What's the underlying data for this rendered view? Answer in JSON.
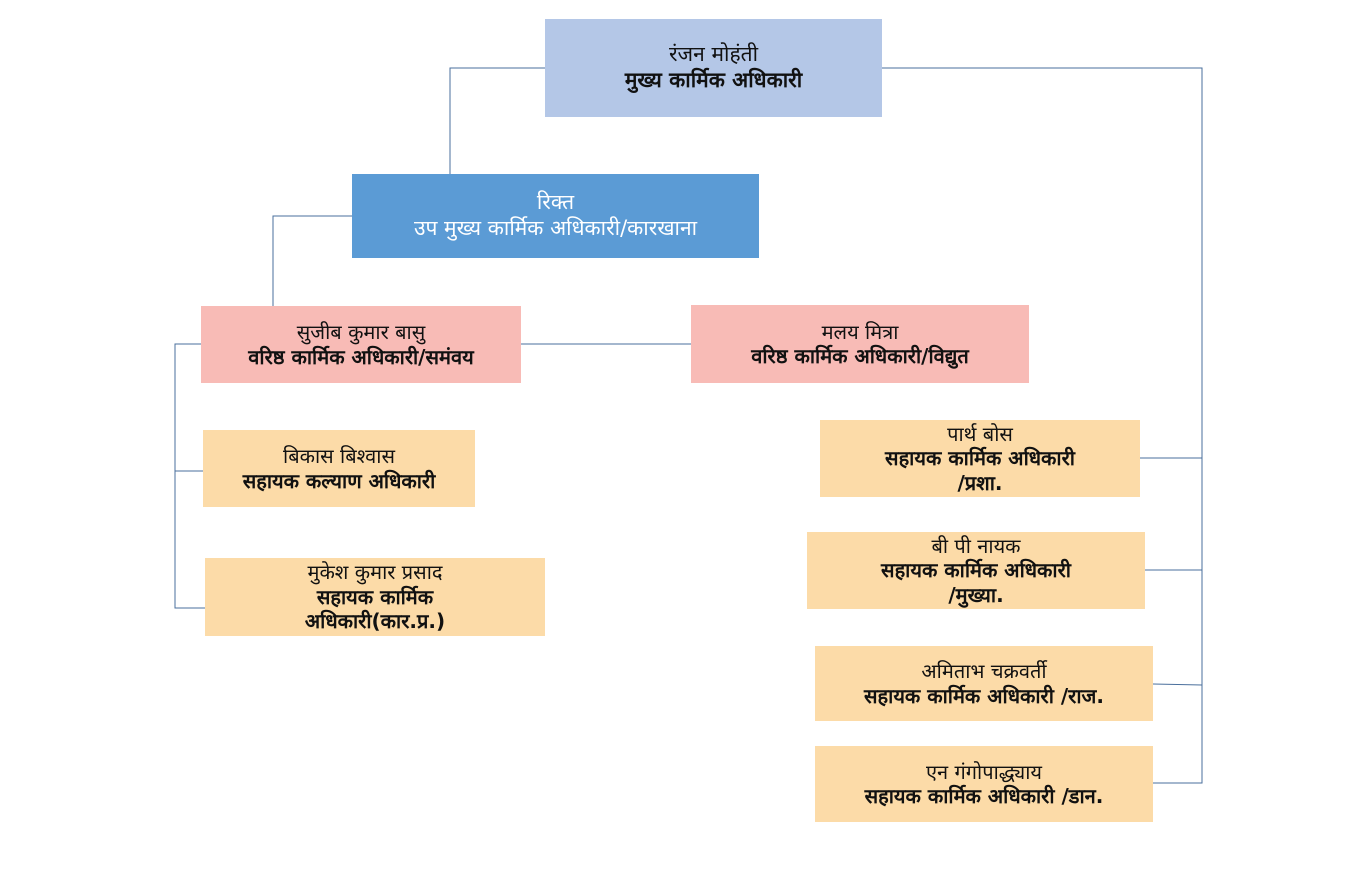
{
  "colors": {
    "chief_box": "#b4c7e7",
    "deputy_box": "#5b9bd5",
    "senior_box": "#f8bbb6",
    "assistant_box": "#fcdba8",
    "connector": "#4a6f9c"
  },
  "org_chart": {
    "chief": {
      "name": "रंजन मोहंती",
      "title": "मुख्य कार्मिक अधिकारी"
    },
    "deputy": {
      "name": "रिक्त",
      "title": "उप मुख्य कार्मिक अधिकारी/कारखाना"
    },
    "senior_coord": {
      "name": "सुजीब कुमार बासु",
      "title": "वरिष्ठ कार्मिक अधिकारी/समंवय"
    },
    "senior_elec": {
      "name": "मलय मित्रा",
      "title": "वरिष्ठ कार्मिक अधिकारी/विद्युत"
    },
    "welfare": {
      "name": "बिकास बिश्वास",
      "title": "सहायक कल्याण अधिकारी"
    },
    "workshop": {
      "name": "मुकेश कुमार प्रसाद",
      "title_line1": "सहायक कार्मिक",
      "title_line2": "अधिकारी(कार.प्र.)"
    },
    "admin": {
      "name": "पार्थ बोस",
      "title_line1": "सहायक कार्मिक अधिकारी",
      "title_line2": "/प्रशा."
    },
    "hq": {
      "name": "बी पी नायक",
      "title_line1": "सहायक कार्मिक अधिकारी",
      "title_line2": "/मुख्या."
    },
    "raj": {
      "name": "अमिताभ चक्रवर्ती",
      "title": "सहायक कार्मिक अधिकारी /राज."
    },
    "dan": {
      "name": "एन गंगोपाद्ध्याय",
      "title": "सहायक कार्मिक अधिकारी /डान."
    }
  }
}
